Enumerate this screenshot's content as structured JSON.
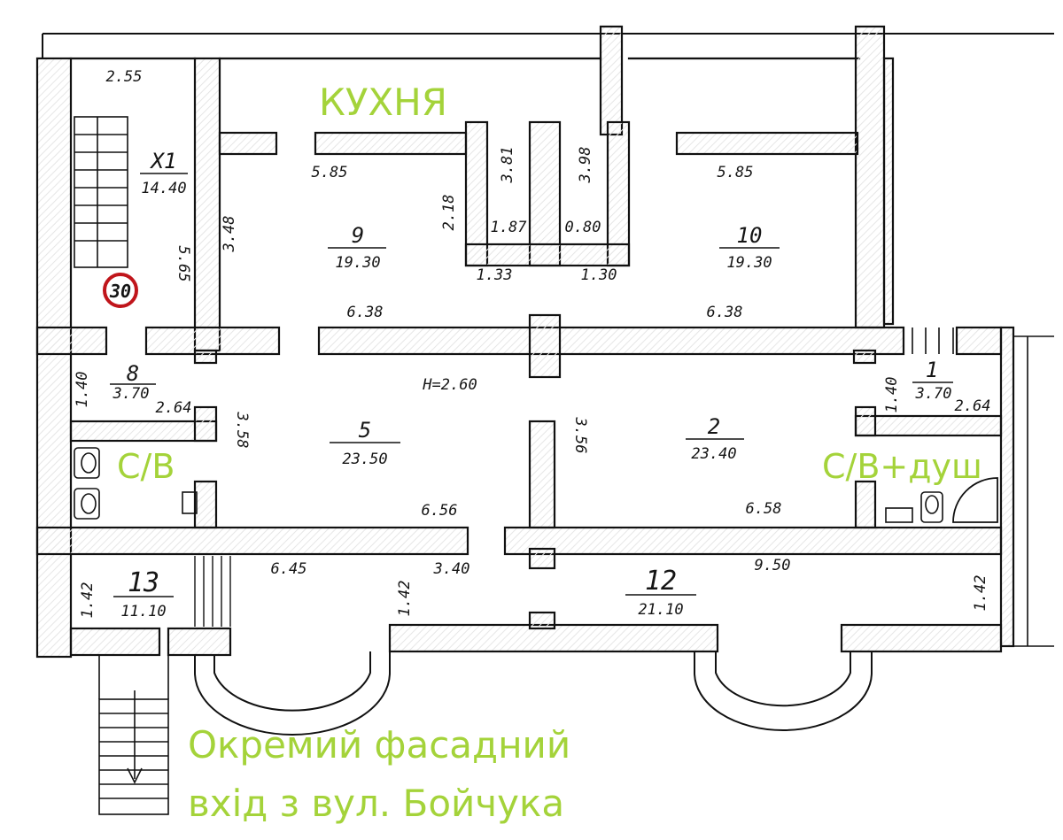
{
  "labels": {
    "kitchen": "КУХНЯ",
    "wc_left": "С/В",
    "wc_right": "С/В+душ",
    "entrance_line1": "Окремий фасадний",
    "entrance_line2": "вхід з вул. Бойчука"
  },
  "stair_marker": "30",
  "rooms": [
    {
      "key": "r11",
      "number": "Х1",
      "area": "14.40"
    },
    {
      "key": "r9",
      "number": "9",
      "area": "19.30"
    },
    {
      "key": "r10",
      "number": "10",
      "area": "19.30"
    },
    {
      "key": "r8",
      "number": "8",
      "area": "3.70"
    },
    {
      "key": "r5",
      "number": "5",
      "area": "23.50"
    },
    {
      "key": "r2",
      "number": "2",
      "area": "23.40"
    },
    {
      "key": "r1",
      "number": "1",
      "area": "3.70"
    },
    {
      "key": "r13",
      "number": "13",
      "area": "11.10"
    },
    {
      "key": "r12",
      "number": "12",
      "area": "21.10"
    }
  ],
  "dimensions": {
    "d_255": "2.55",
    "d_565": "5.65",
    "d_585a": "5.85",
    "d_585b": "5.85",
    "d_348": "3.48",
    "d_218": "2.18",
    "d_381": "3.81",
    "d_398": "3.98",
    "d_187": "1.87",
    "d_080": "0.80",
    "d_133": "1.33",
    "d_130": "1.30",
    "d_638a": "6.38",
    "d_638b": "6.38",
    "d_140a": "1.40",
    "d_264a": "2.64",
    "h_260": "H=2.60",
    "d_358": "3.58",
    "d_356": "3.56",
    "d_140b": "1.40",
    "d_264b": "2.64",
    "d_656": "6.56",
    "d_658": "6.58",
    "d_645": "6.45",
    "d_340": "3.40",
    "d_950": "9.50",
    "d_142a": "1.42",
    "d_142b": "1.42",
    "d_142c": "1.42"
  }
}
